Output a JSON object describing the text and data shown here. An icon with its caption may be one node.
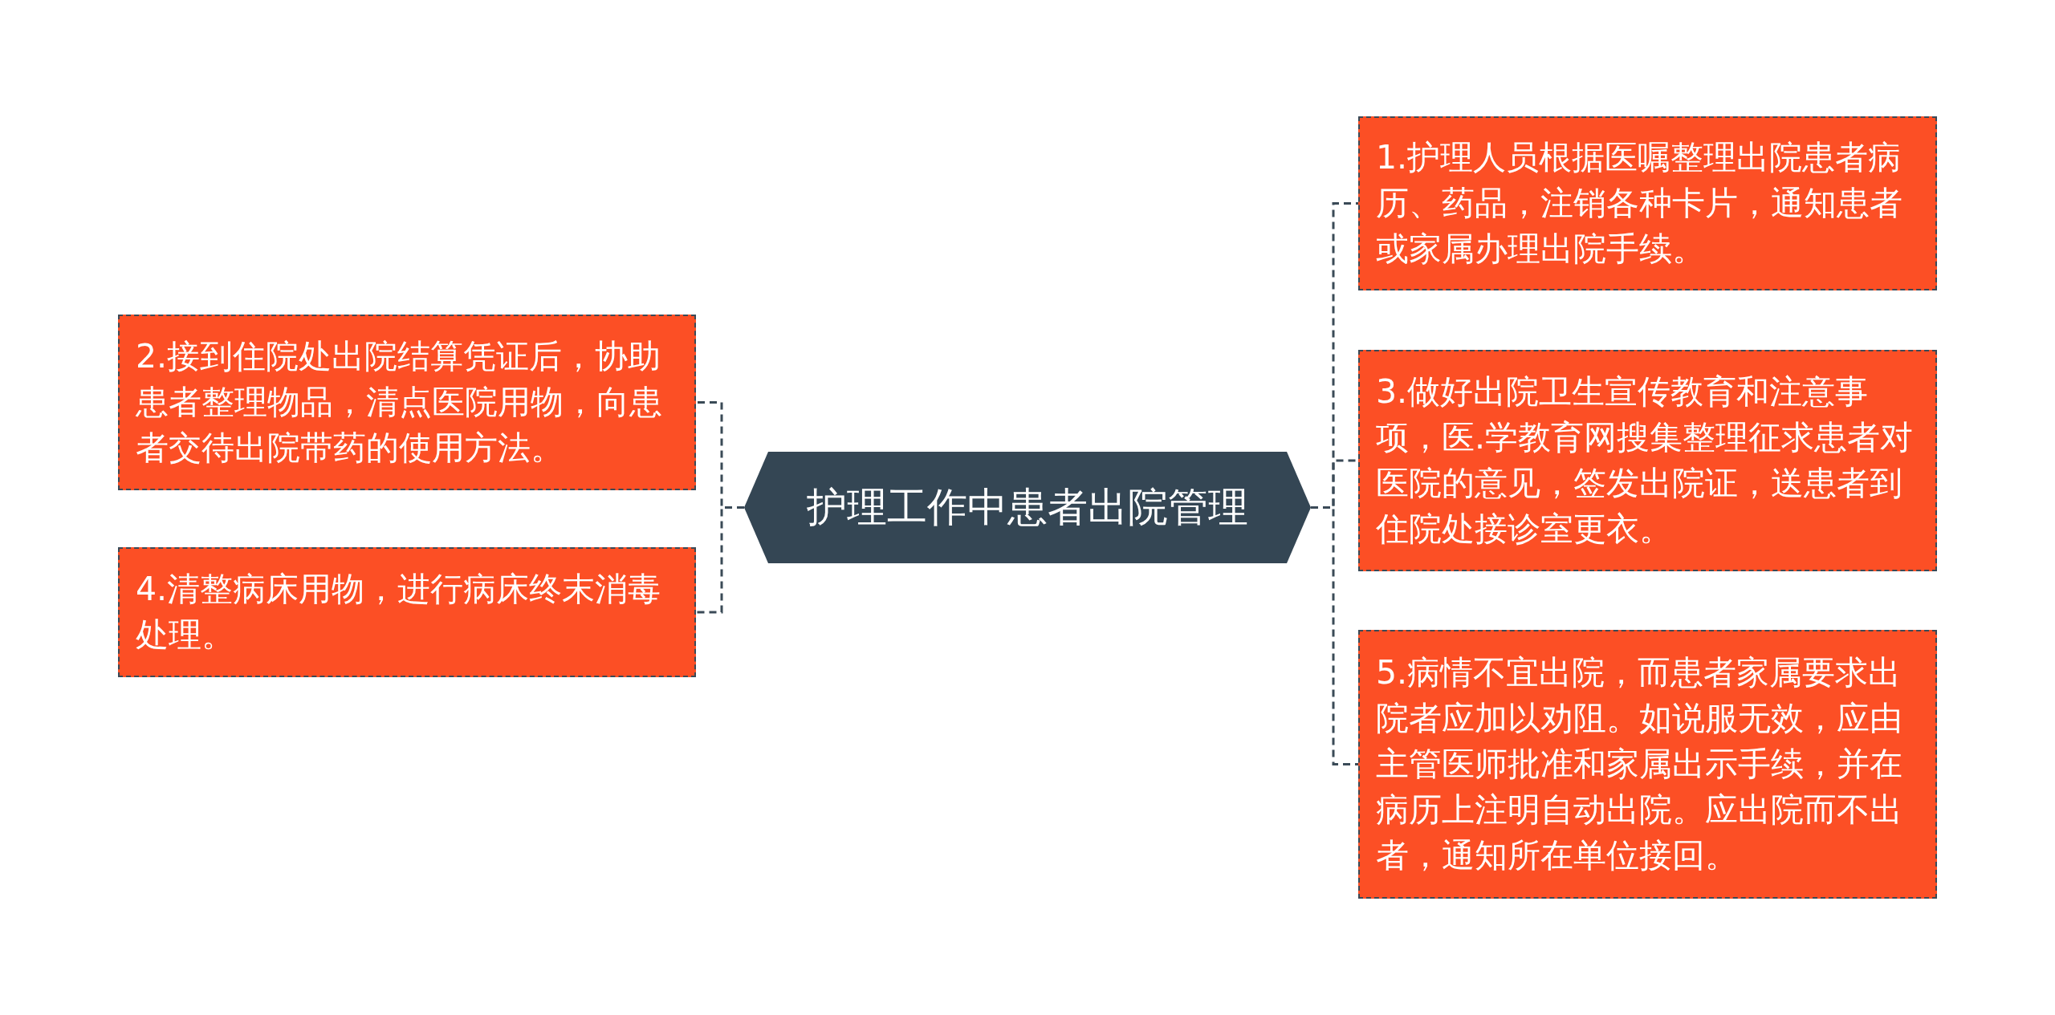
{
  "diagram": {
    "nodes": [
      {
        "text": [
          "护理工作中患者出院管理"
        ]
      },
      {
        "text": [
          "1.护理人员根据医嘱整理出院患者病历、药品，注销各种卡片，通知患者或家属办理出院手续。"
        ]
      },
      {
        "text": [
          "2.接到住院处出院结算凭证后，协助患者整理物品，清点医院用物，向患者交待出院带药的使用方法。"
        ]
      },
      {
        "text": [
          "3.做好出院卫生宣传教育和注意事项，医.学教育网搜集整理征求患者对医院的意见，签发出院证，送患者到住院处接诊室更衣。"
        ]
      },
      {
        "text": [
          "4.清整病床用物，进行病床终末消毒处理。"
        ]
      },
      {
        "text": [
          "5.病情不宜出院，而患者家属要求出院者应加以劝阻。如说服无效，应由主管医师批准和家属出示手续，并在病历上注明自动出院。应出院而不出者，通知所在单位接回。"
        ]
      }
    ],
    "edges": [
      {
        "from": 0,
        "to": 1,
        "arrow": "none",
        "style": "dashed"
      },
      {
        "from": 0,
        "to": 2,
        "arrow": "none",
        "style": "dashed"
      },
      {
        "from": 0,
        "to": 3,
        "arrow": "none",
        "style": "dashed"
      },
      {
        "from": 0,
        "to": 4,
        "arrow": "none",
        "style": "dashed"
      },
      {
        "from": 0,
        "to": 5,
        "arrow": "none",
        "style": "dashed"
      }
    ]
  }
}
